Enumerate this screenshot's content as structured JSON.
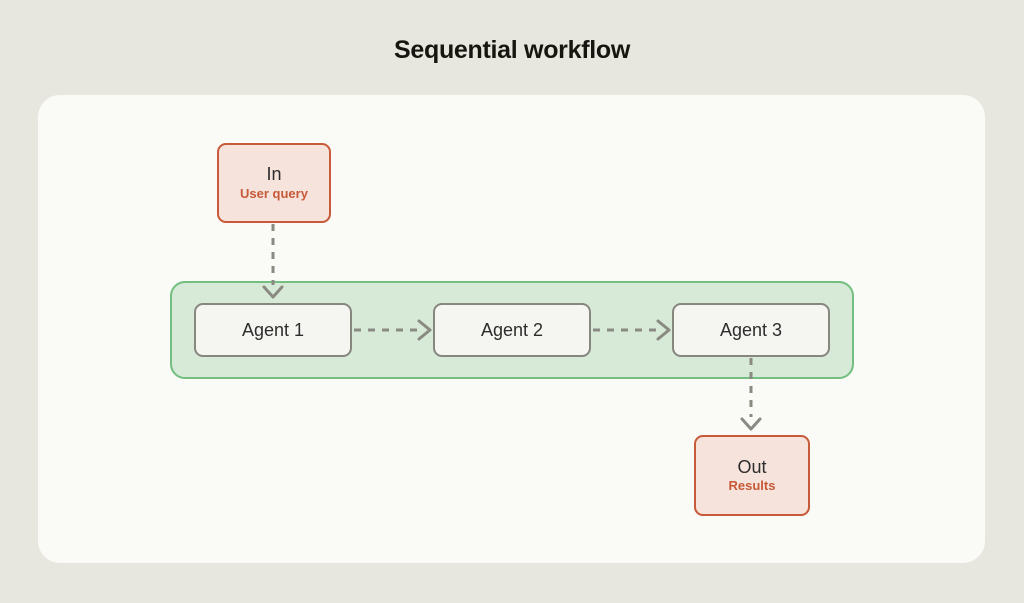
{
  "page": {
    "title": "Sequential workflow",
    "background_color": "#e8e7df",
    "card_color": "#fafaf7"
  },
  "colors": {
    "io_border": "#c75a38",
    "io_fill": "#f6e3dc",
    "io_text": "#2d2d2d",
    "io_subtext": "#c75a38",
    "group_fill": "#d6ead7",
    "group_border": "#72bf80",
    "agent_fill": "#f5f5f1",
    "agent_border": "#87877f",
    "agent_text": "#2d2d2d",
    "arrow": "#8a8a82"
  },
  "diagram": {
    "type": "flow",
    "nodes": {
      "input": {
        "title": "In",
        "subtitle": "User query",
        "shape": "rounded-rect"
      },
      "output": {
        "title": "Out",
        "subtitle": "Results",
        "shape": "rounded-rect"
      },
      "agents": [
        {
          "label": "Agent 1"
        },
        {
          "label": "Agent 2"
        },
        {
          "label": "Agent 3"
        }
      ]
    },
    "group": {
      "label": "",
      "contains": [
        "Agent 1",
        "Agent 2",
        "Agent 3"
      ]
    },
    "edges": [
      {
        "from": "In",
        "to": "Agent 1",
        "style": "dashed",
        "direction": "down"
      },
      {
        "from": "Agent 1",
        "to": "Agent 2",
        "style": "dashed",
        "direction": "right"
      },
      {
        "from": "Agent 2",
        "to": "Agent 3",
        "style": "dashed",
        "direction": "right"
      },
      {
        "from": "Agent 3",
        "to": "Out",
        "style": "dashed",
        "direction": "down"
      }
    ]
  }
}
